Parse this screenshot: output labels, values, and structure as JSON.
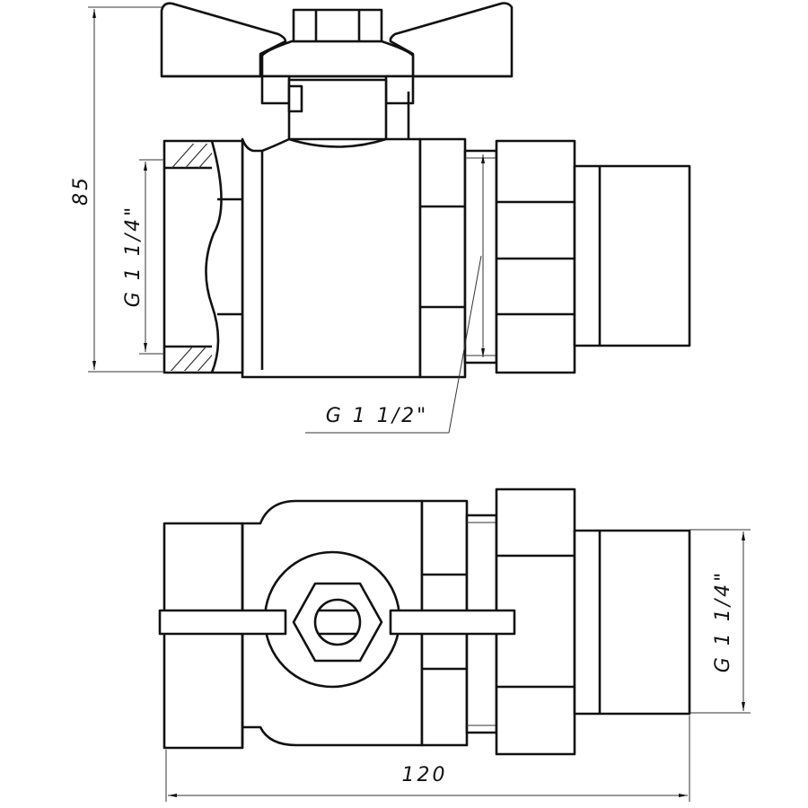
{
  "dimensions": {
    "height": "85",
    "inlet_thread_side": "G 1 1/4\"",
    "union_thread": "G 1 1/2\"",
    "outlet_thread_plan": "G 1 1/4\"",
    "length": "120"
  },
  "colors": {
    "line": "#111111",
    "background": "#ffffff"
  }
}
